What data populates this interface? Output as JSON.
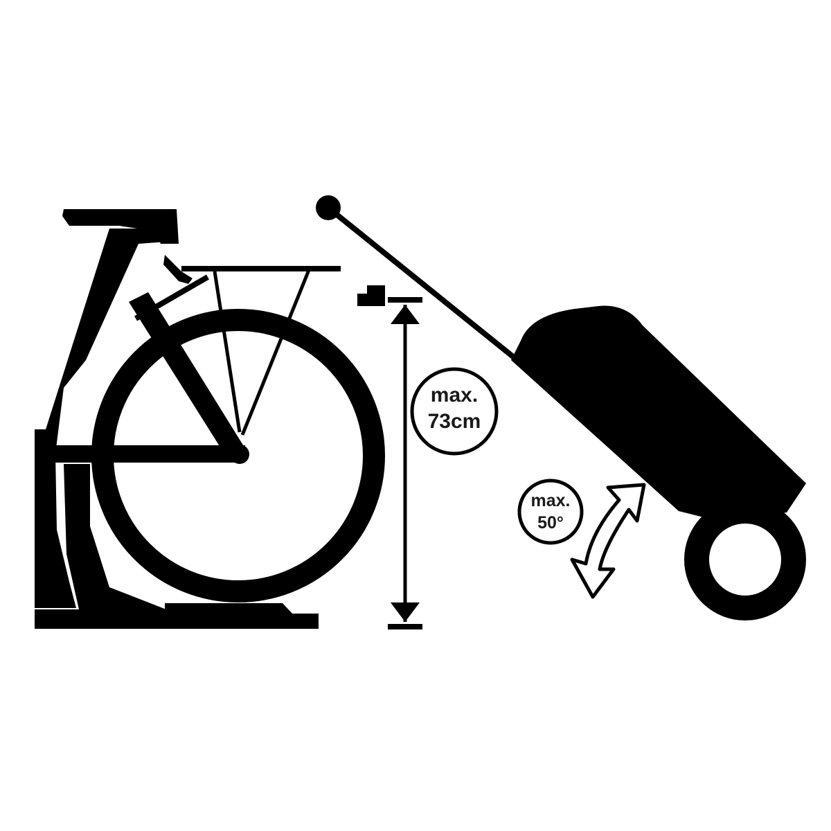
{
  "diagram": {
    "colors": {
      "ink": "#000000",
      "background": "#ffffff",
      "label_text": "#1a1a1a"
    },
    "height_callout": {
      "line1": "max.",
      "line2": "73cm"
    },
    "angle_callout": {
      "line1": "max.",
      "line2": "50°"
    },
    "icons": [
      "bicycle-icon",
      "bike-stand-icon",
      "bike-trailer-icon",
      "height-dimension-arrow-icon",
      "tilt-double-arrow-icon"
    ]
  }
}
